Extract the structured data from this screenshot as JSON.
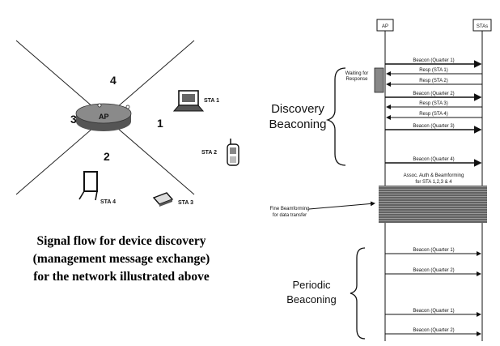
{
  "topology": {
    "ap_label": "AP",
    "zones": [
      "1",
      "2",
      "3",
      "4"
    ],
    "stations": [
      "STA 1",
      "STA 2",
      "STA 3",
      "STA 4"
    ]
  },
  "caption": [
    "Signal flow for device discovery",
    "(management message exchange)",
    "for the network illustrated above"
  ],
  "sequence": {
    "lane_left": "AP",
    "lane_right": "STAs",
    "waiting_label": [
      "Waiting for",
      "Response"
    ],
    "discovery_label": [
      "Discovery",
      "Beaconing"
    ],
    "messages": [
      "Beacon (Quarter 1)",
      "Resp (STA 1)",
      "Resp (STA 2)",
      "Beacon (Quarter 2)",
      "Resp (STA 3)",
      "Resp (STA 4)",
      "Beacon (Quarter 3)",
      "Beacon (Quarter 4)"
    ],
    "assoc_label": [
      "Assoc. Auth & Beamforming",
      "for STA 1,2,3 & 4"
    ],
    "fine_label": [
      "Fine Beamforming",
      "for data transfer"
    ],
    "periodic_label": [
      "Periodic",
      "Beaconing"
    ],
    "periodic_messages": [
      "Beacon (Quarter 1)",
      "Beacon (Quarter 2)",
      "Beacon (Quarter 1)",
      "Beacon (Quarter 2)"
    ]
  }
}
